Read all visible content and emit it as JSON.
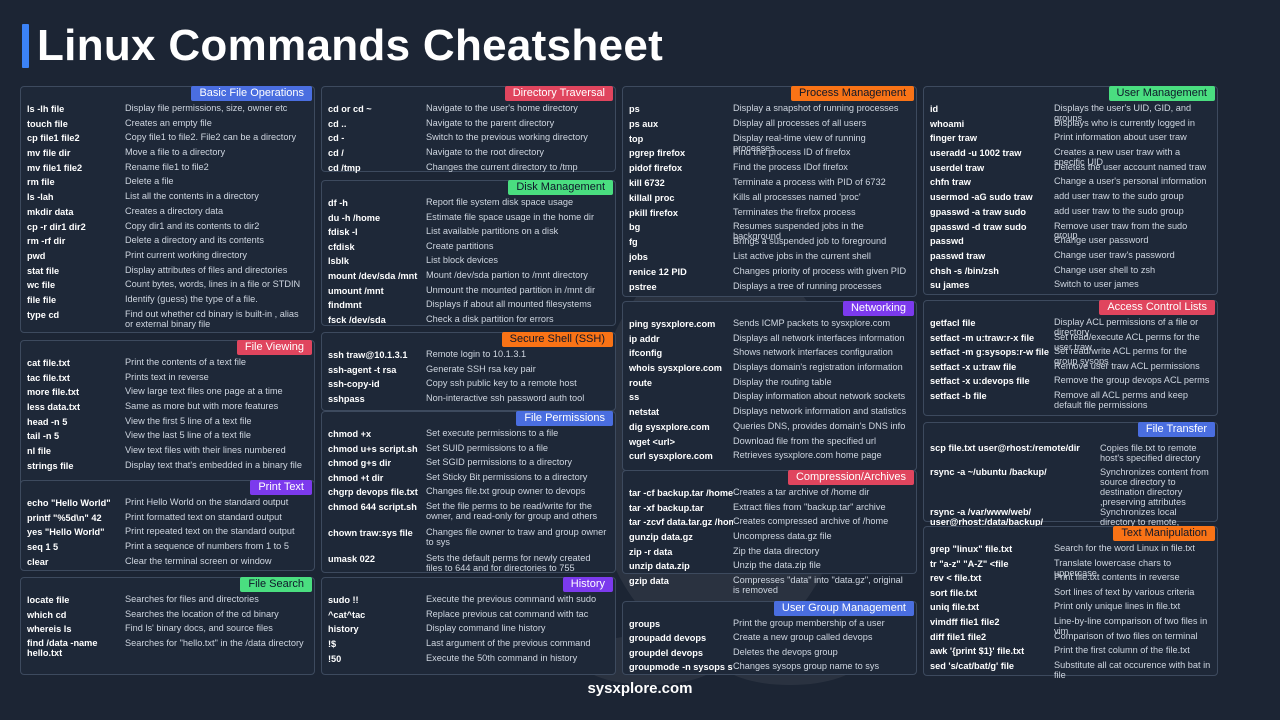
{
  "title": "Linux Commands Cheatsheet",
  "footer": "sysxplore.com",
  "columns": [
    {
      "cards": [
        {
          "title": "Basic File Operations",
          "color": "#4a6ee0",
          "text_color": "#ffffff",
          "rows": [
            {
              "cmd": "ls -lh file",
              "desc": "Display file permissions, size, owner etc"
            },
            {
              "cmd": "touch file",
              "desc": "Creates an empty file"
            },
            {
              "cmd": "cp file1 file2",
              "desc": "Copy file1 to file2. File2 can be a directory"
            },
            {
              "cmd": "mv file dir",
              "desc": "Move a file to a directory"
            },
            {
              "cmd": "mv file1 file2",
              "desc": "Rename file1 to file2"
            },
            {
              "cmd": "rm file",
              "desc": "Delete a file"
            },
            {
              "cmd": "ls -lah",
              "desc": "List all the contents in a directory"
            },
            {
              "cmd": "mkdir data",
              "desc": "Creates a directory data"
            },
            {
              "cmd": "cp -r dir1 dir2",
              "desc": "Copy dir1 and its contents to dir2"
            },
            {
              "cmd": "rm -rf dir",
              "desc": "Delete a directory and its contents"
            },
            {
              "cmd": "pwd",
              "desc": "Print current working directory"
            },
            {
              "cmd": "stat file",
              "desc": "Display attributes of files and directories"
            },
            {
              "cmd": "wc file",
              "desc": "Count bytes, words, lines in a file or STDIN"
            },
            {
              "cmd": "file file",
              "desc": "Identify (guess) the type of a file."
            },
            {
              "cmd": "type  cd",
              "desc": "Find out whether cd  binary is built-in , alias or external binary file"
            }
          ]
        },
        {
          "title": "File Viewing",
          "color": "#e0455e",
          "text_color": "#ffffff",
          "rows": [
            {
              "cmd": "cat file.txt",
              "desc": "Print the contents of a text file"
            },
            {
              "cmd": "tac file.txt",
              "desc": "Prints text in reverse"
            },
            {
              "cmd": "more file.txt",
              "desc": "View large text files one page at a time"
            },
            {
              "cmd": "less data.txt",
              "desc": "Same as more but with more features"
            },
            {
              "cmd": "head -n 5",
              "desc": "View the first 5 line of a text file"
            },
            {
              "cmd": "tail -n 5",
              "desc": "View the last 5 line of a text file"
            },
            {
              "cmd": "nl file",
              "desc": "View text files with their lines numbered"
            },
            {
              "cmd": "strings file",
              "desc": "Display text that's embedded in a binary file"
            }
          ]
        },
        {
          "title": "Print Text",
          "color": "#7c3aed",
          "text_color": "#ffffff",
          "rows": [
            {
              "cmd": "echo \"Hello World\"",
              "desc": "Print Hello World on the standard output"
            },
            {
              "cmd": "printf \"%5d\\n\" 42",
              "desc": "Print formatted text on standard output"
            },
            {
              "cmd": "yes \"Hello World\"",
              "desc": "Print repeated text on the standard output"
            },
            {
              "cmd": "seq 1 5",
              "desc": "Print a sequence of numbers from 1 to 5"
            },
            {
              "cmd": "clear",
              "desc": "Clear the terminal screen or window"
            }
          ]
        },
        {
          "title": "File Search",
          "color": "#4ade80",
          "text_color": "#0f172a",
          "rows": [
            {
              "cmd": "locate file",
              "desc": "Searches for files and directories"
            },
            {
              "cmd": "which cd",
              "desc": "Searches the location of the cd binary"
            },
            {
              "cmd": "whereis ls",
              "desc": "Find ls' binary docs, and source files"
            },
            {
              "cmd": "find /data -name hello.txt",
              "desc": "Searches for \"hello.txt\" in the /data directory"
            }
          ]
        }
      ]
    },
    {
      "cards": [
        {
          "title": "Directory Traversal",
          "color": "#e0455e",
          "text_color": "#ffffff",
          "rows": [
            {
              "cmd": "cd or cd ~",
              "desc": "Navigate to the user's home directory"
            },
            {
              "cmd": "cd ..",
              "desc": "Navigate to the parent directory"
            },
            {
              "cmd": "cd -",
              "desc": "Switch to the previous working directory"
            },
            {
              "cmd": "cd /",
              "desc": "Navigate to the root directory"
            },
            {
              "cmd": "cd /tmp",
              "desc": "Changes the current directory to /tmp"
            }
          ]
        },
        {
          "title": "Disk Management",
          "color": "#4ade80",
          "text_color": "#0f172a",
          "rows": [
            {
              "cmd": "df -h",
              "desc": "Report file system disk space usage"
            },
            {
              "cmd": "du -h /home",
              "desc": "Estimate file space usage in the home dir"
            },
            {
              "cmd": "fdisk -l",
              "desc": "List available partitions on a disk"
            },
            {
              "cmd": "cfdisk",
              "desc": "Create partitions"
            },
            {
              "cmd": "lsblk",
              "desc": "List block devices"
            },
            {
              "cmd": "mount /dev/sda /mnt",
              "desc": "Mount /dev/sda partion to /mnt directory"
            },
            {
              "cmd": "umount /mnt",
              "desc": "Unmount the mounted partition in /mnt dir"
            },
            {
              "cmd": "findmnt",
              "desc": "Displays if about all mounted filesystems"
            },
            {
              "cmd": "fsck   /dev/sda",
              "desc": "Check a disk partition for errors"
            }
          ]
        },
        {
          "title": "Secure Shell (SSH)",
          "color": "#f97316",
          "text_color": "#0f172a",
          "rows": [
            {
              "cmd": "ssh traw@10.1.3.1",
              "desc": "Remote login to 10.1.3.1"
            },
            {
              "cmd": "ssh-agent -t rsa",
              "desc": "Generate SSH rsa key pair"
            },
            {
              "cmd": "ssh-copy-id",
              "desc": "Copy ssh public key to a remote host"
            },
            {
              "cmd": "sshpass",
              "desc": "Non-interactive ssh password auth tool"
            }
          ]
        },
        {
          "title": "File Permissions",
          "color": "#4a6ee0",
          "text_color": "#ffffff",
          "rows": [
            {
              "cmd": "chmod +x",
              "desc": "Set execute permissions to a file"
            },
            {
              "cmd": "chmod u+s script.sh",
              "desc": "Set SUID permissions to a file"
            },
            {
              "cmd": "chmod g+s dir",
              "desc": "Set SGID permissions to a directory"
            },
            {
              "cmd": "chmod +t dir",
              "desc": "Set Sticky Bit permissions to a directory"
            },
            {
              "cmd": "chgrp devops file.txt",
              "desc": "Changes file.txt group owner to devops"
            },
            {
              "cmd": "chmod 644 script.sh",
              "desc": "Set the file perms to be read/write for the owner, and read-only for  group and others"
            },
            {
              "cmd": "chown traw:sys file",
              "desc": "Changes file owner to traw and group owner to sys"
            },
            {
              "cmd": "umask 022",
              "desc": "Sets the default perms for newly created files to 644 and for directories to 755"
            }
          ]
        },
        {
          "title": "History",
          "color": "#7c3aed",
          "text_color": "#ffffff",
          "rows": [
            {
              "cmd": "sudo !!",
              "desc": "Execute the previous command with sudo"
            },
            {
              "cmd": "^cat^tac",
              "desc": "Replace previous cat command with tac"
            },
            {
              "cmd": "history",
              "desc": "Display command line history"
            },
            {
              "cmd": "!$",
              "desc": "Last argument of the previous command"
            },
            {
              "cmd": "!50",
              "desc": "Execute the 50th command in history"
            }
          ]
        }
      ]
    },
    {
      "cards": [
        {
          "title": "Process Management",
          "color": "#f97316",
          "text_color": "#0f172a",
          "rows": [
            {
              "cmd": "ps",
              "desc": "Display a snapshot of running processes"
            },
            {
              "cmd": "ps aux",
              "desc": "Display all processes of all users"
            },
            {
              "cmd": "top",
              "desc": "Display real-time view of running processes"
            },
            {
              "cmd": "pgrep firefox",
              "desc": "Find the process ID of firefox"
            },
            {
              "cmd": "pidof firefox",
              "desc": "Find the process IDof firefox"
            },
            {
              "cmd": "kill 6732",
              "desc": "Terminate a process with PID of 6732"
            },
            {
              "cmd": "killall  proc",
              "desc": "Kills all processes named 'proc'"
            },
            {
              "cmd": "pkill firefox",
              "desc": "Terminates the firefox process"
            },
            {
              "cmd": "bg",
              "desc": "Resumes suspended jobs in the background"
            },
            {
              "cmd": "fg",
              "desc": "Brings a suspended job to foreground"
            },
            {
              "cmd": "jobs",
              "desc": "List active jobs in the current shell"
            },
            {
              "cmd": "renice 12 PID",
              "desc": "Changes priority of process with given PID"
            },
            {
              "cmd": "pstree",
              "desc": "Displays a tree of running processes"
            }
          ]
        },
        {
          "title": "Networking",
          "color": "#7c3aed",
          "text_color": "#ffffff",
          "rows": [
            {
              "cmd": "ping sysxplore.com",
              "desc": "Sends ICMP packets to sysxplore.com"
            },
            {
              "cmd": "ip addr",
              "desc": "Displays all network interfaces information"
            },
            {
              "cmd": "ifconfig",
              "desc": "Shows network interfaces  configuration"
            },
            {
              "cmd": "whois sysxplore.com",
              "desc": "Displays domain's registration information"
            },
            {
              "cmd": "route",
              "desc": "Display the routing table"
            },
            {
              "cmd": "ss",
              "desc": "Display information about network sockets"
            },
            {
              "cmd": "netstat",
              "desc": "Displays network information and statistics"
            },
            {
              "cmd": "dig sysxplore.com",
              "desc": "Queries DNS, provides domain's DNS info"
            },
            {
              "cmd": "wget <url>",
              "desc": "Download file from the specified url"
            },
            {
              "cmd": "curl sysxplore.com",
              "desc": "Retrieves sysxplore.com home page"
            }
          ]
        },
        {
          "title": "Compression/Archives",
          "color": "#e0455e",
          "text_color": "#ffffff",
          "rows": [
            {
              "cmd": "tar -cf backup.tar /home",
              "desc": "Creates a tar archive of /home dir"
            },
            {
              "cmd": "tar -xf backup.tar",
              "desc": "Extract files from \"backup.tar\" archive"
            },
            {
              "cmd": "tar -zcvf data.tar.gz /home",
              "desc": "Creates compressed archive of /home"
            },
            {
              "cmd": "gunzip data.gz",
              "desc": "Uncompress data.gz file"
            },
            {
              "cmd": "zip -r data",
              "desc": "Zip the data directory"
            },
            {
              "cmd": "unzip data.zip",
              "desc": "Unzip the data.zip file"
            },
            {
              "cmd": "gzip data",
              "desc": "Compresses \"data\" into \"data.gz\", original is removed"
            }
          ]
        },
        {
          "title": "User Group Management",
          "color": "#4a6ee0",
          "text_color": "#ffffff",
          "rows": [
            {
              "cmd": "groups",
              "desc": "Print the group membership of a user"
            },
            {
              "cmd": "groupadd devops",
              "desc": "Create a new group called devops"
            },
            {
              "cmd": "groupdel devops",
              "desc": "Deletes the devops group"
            },
            {
              "cmd": "groupmode -n sysops sys",
              "desc": "Changes sysops group name to sys"
            }
          ]
        }
      ]
    },
    {
      "cards": [
        {
          "title": "User Management",
          "color": "#4ade80",
          "text_color": "#0f172a",
          "rows": [
            {
              "cmd": "id",
              "desc": "Displays the user's UID, GID, and groups"
            },
            {
              "cmd": "whoami",
              "desc": "Displays who is currently logged in"
            },
            {
              "cmd": "finger traw",
              "desc": "Print information about user traw"
            },
            {
              "cmd": "useradd -u 1002 traw",
              "desc": "Creates a new user traw with a specific UID"
            },
            {
              "cmd": "userdel traw",
              "desc": "Deletes the user account named traw"
            },
            {
              "cmd": "chfn traw",
              "desc": "Change a user's personal information"
            },
            {
              "cmd": "usermod -aG sudo traw",
              "desc": "add user traw to the sudo group"
            },
            {
              "cmd": "gpasswd -a traw sudo",
              "desc": "add user traw to the sudo group"
            },
            {
              "cmd": "gpasswd -d traw sudo",
              "desc": "Remove user traw from the sudo group"
            },
            {
              "cmd": "passwd",
              "desc": "Change user password"
            },
            {
              "cmd": "passwd traw",
              "desc": "Change user traw's password"
            },
            {
              "cmd": "chsh -s /bin/zsh",
              "desc": "Change user shell to zsh"
            },
            {
              "cmd": "su james",
              "desc": "Switch to user james"
            }
          ]
        },
        {
          "title": "Access Control Lists",
          "color": "#e0455e",
          "text_color": "#ffffff",
          "rows": [
            {
              "cmd": "getfacl file",
              "desc": "Display ACL permissions of a file or directory"
            },
            {
              "cmd": "setfact -m u:traw:r-x file",
              "desc": "Set read/execute ACL perms for the user traw"
            },
            {
              "cmd": "setfact -m g:sysops:r-w file",
              "desc": "Set read/write ACL perms for the group sysops"
            },
            {
              "cmd": "setfact -x u:traw file",
              "desc": "Remove user traw ACL permissions"
            },
            {
              "cmd": "setfact -x u:devops file",
              "desc": "Remove the group devops ACL perms"
            },
            {
              "cmd": "setfact -b file",
              "desc": "Remove all  ACL perms and keep default file permissions"
            }
          ]
        },
        {
          "title": "File Transfer",
          "color": "#4a6ee0",
          "text_color": "#ffffff",
          "rows": [
            {
              "cmd": "scp file.txt user@rhost:/remote/dir",
              "desc": "Copies file.txt to  remote host's specified directory"
            },
            {
              "cmd": "rsync -a ~/ubuntu /backup/",
              "desc": "Synchronizes content from source directory to destination directory ,preserving attributes"
            },
            {
              "cmd": "rsync -a /var/www/web/ user@rhost:/data/backup/",
              "desc": "Synchronizes local directory to remote, preserving attributes"
            }
          ]
        },
        {
          "title": "Text Manipulation",
          "color": "#f97316",
          "text_color": "#0f172a",
          "rows": [
            {
              "cmd": "grep  \"linux\" file.txt",
              "desc": "Search for the word Linux in file.txt"
            },
            {
              "cmd": "tr \"a-z\" \"A-Z\" <file",
              "desc": "Translate lowercase chars to uppercase"
            },
            {
              "cmd": "rev < file.txt",
              "desc": "Print file.txt contents in reverse"
            },
            {
              "cmd": "sort   file.txt",
              "desc": "Sort lines of text by various criteria"
            },
            {
              "cmd": "uniq file.txt",
              "desc": "Print only unique lines in file.txt"
            },
            {
              "cmd": "vimdff file1 file2",
              "desc": "Line-by-line comparison of two files in vim"
            },
            {
              "cmd": "diff file1 file2",
              "desc": "Comparison of two files on terminal"
            },
            {
              "cmd": "awk '{print $1}' file.txt",
              "desc": "Print the first column of the file.txt"
            },
            {
              "cmd": "sed 's/cat/bat/g' file",
              "desc": "Substitute all cat occurence with bat in file"
            }
          ]
        }
      ]
    }
  ]
}
